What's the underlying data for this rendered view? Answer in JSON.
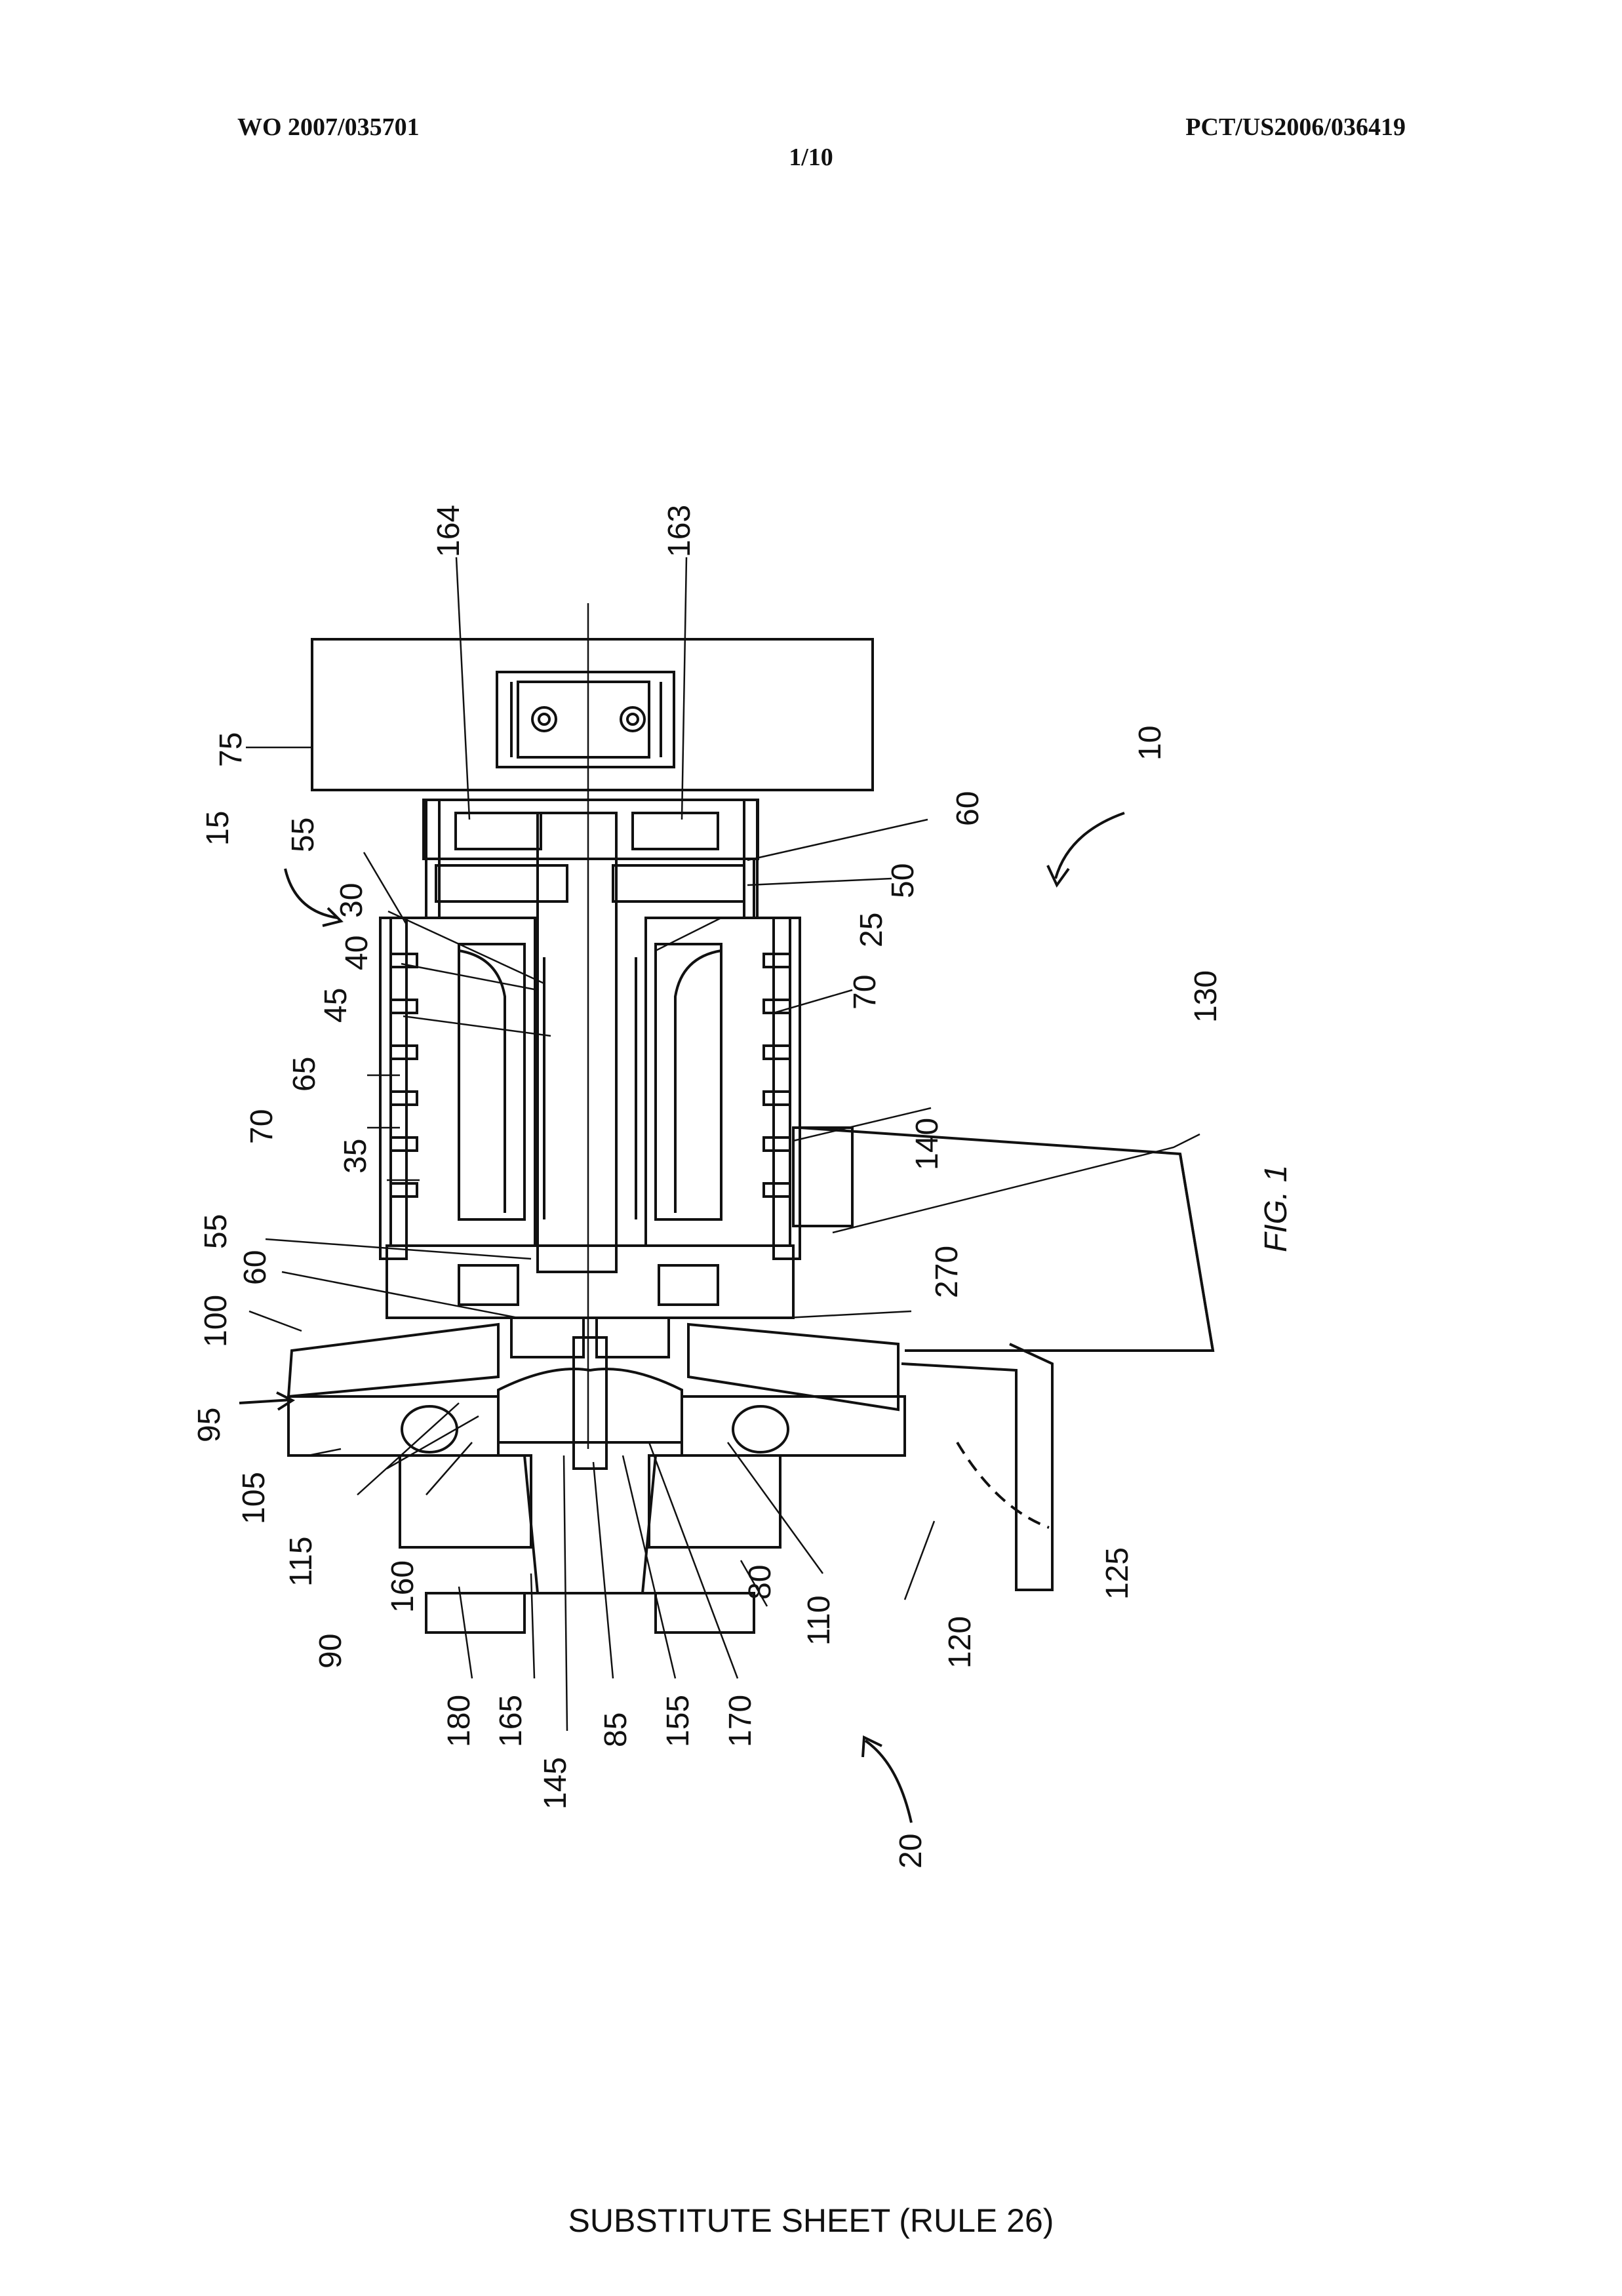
{
  "header": {
    "publication_number": "WO 2007/035701",
    "application_number": "PCT/US2006/036419",
    "sheet": "1/10"
  },
  "figure": {
    "caption": "FIG. 1",
    "reference_numerals": [
      "164",
      "163",
      "75",
      "10",
      "15",
      "55",
      "30",
      "40",
      "45",
      "65",
      "70",
      "35",
      "55",
      "60",
      "100",
      "95",
      "105",
      "115",
      "90",
      "160",
      "180",
      "165",
      "145",
      "85",
      "155",
      "170",
      "20",
      "110",
      "80",
      "120",
      "125",
      "270",
      "140",
      "130",
      "25",
      "50",
      "60",
      "70"
    ]
  },
  "footer": {
    "text": "SUBSTITUTE SHEET (RULE 26)"
  }
}
